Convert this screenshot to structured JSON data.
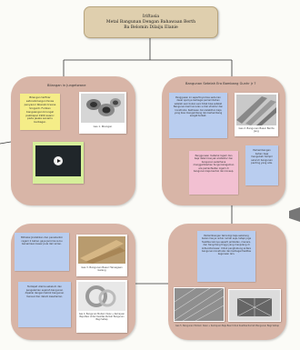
{
  "header": {
    "line1": "Iriftasia",
    "line2": "Metal Bangunan Dengan Bahawaan Berth",
    "line3": "Ba Belomin Dilaiju Elanie"
  },
  "panels": {
    "p1": {
      "title": "Bilangan in Jungetwane",
      "note": "Bilangan tarfikar satonobiluogun fenas penyaoor bbarab Crsane Sroguidi. Furikan bangaangan birungal pakikapal 1900 asanic pada jasala senamu berbagai.",
      "image_caption": "Ges 1. Rbangan"
    },
    "p2": {
      "title": "Bangunan Setelah Era Bambang Gunhr jr ?",
      "note_blue": "Pengguaan ini sepertinya bisa seda kan dasar ajarnya berbagai pemerintahan setelah seni bukan seni tidak bisa setelah Bangunan bermunculan untuk struktur dan konstruksi. Kekhasan dan kelebihan baja yang bisa mengembang dan berkembang sangat terkait.",
      "image_caption": "Ges 2. Bangunan Besar Berita Jang",
      "note_pink": "Penggunaan material logam dan baja dalam banyak arsitektur dan bangunan sederhana menggambarkan fungsi keragaman era pemanfaatan logam di bangunan baja bentuk dan konsep.",
      "note_blue2": "Perkembangan bahan baja mengubah hampir seluruh bangunan penting yang ada."
    },
    "p3": {
      "note1": "Bilhakai Jinstahkan dan penebantoi ragam 2 bahan gaya Jarnmiuna bu bersamaan besar pula dari aman.",
      "caption1": "Ges 3. Bangunan Besar Harasgaan Galang",
      "note2": "Terdapat utama sebelum dan pengalaman sejarah bangunan dipakai dengan teknik bangunan manual dan dalam keseharian.",
      "caption2": "Ges 4. Bangunan Modern Dewi + Kemajuan Baja Besi Untuk Kualitas Rumah Bangunan Bagi Setiap"
    },
    "p4": {
      "note": "Perkembangan teknologi baja sekarang bukan hanya untuk rumah saja, tetapi juga fasilitas lainnya seperti jembatan, menara, dan tiang-tiang tinggi yang menjulang di kota-kota besar. Untuk penghubung antara bangunan konstruksi dan berbagai fasilitas kegunaan lain.",
      "caption": "Ges 5. Bangunan Modern Dewi + Kemajuan Baja Besi Untuk Kualitas Rumah Bangunan Bagi Setiap"
    }
  },
  "colors": {
    "panel": "#d8b5a7",
    "header": "#dfcfae",
    "note_yellow": "#f5ed88",
    "note_blue": "#b9cdef",
    "note_pink": "#f2c0d2",
    "connector": "#333333",
    "arrow_gray": "#777777"
  }
}
